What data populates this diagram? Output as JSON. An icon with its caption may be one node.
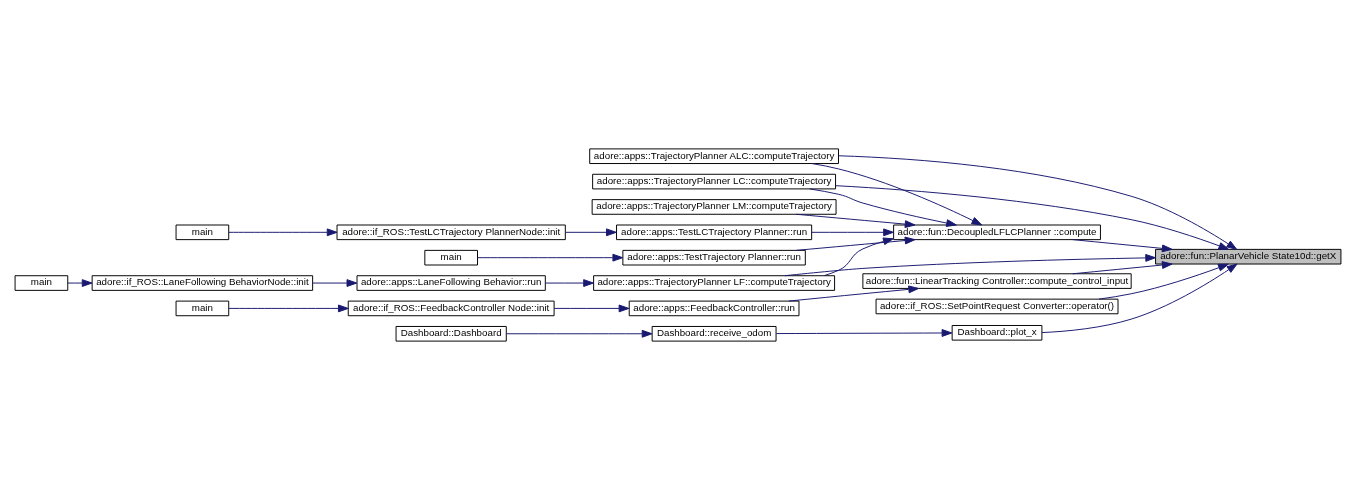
{
  "diagram": {
    "nodes": [
      {
        "text": [
          "adore::fun::PlanarVehicle State10d::getX"
        ]
      },
      {
        "text": [
          "adore::apps::TrajectoryPlanner ALC::computeTrajectory"
        ]
      },
      {
        "text": [
          "adore::apps::TrajectoryPlanner LC::computeTrajectory"
        ]
      },
      {
        "text": [
          "adore::apps::TrajectoryPlanner LM::computeTrajectory"
        ]
      },
      {
        "text": [
          "adore::fun::DecoupledLFLCPlanner ::compute"
        ]
      },
      {
        "text": [
          "adore::apps::TestLCTrajectory Planner::run"
        ]
      },
      {
        "text": [
          "adore::if_ROS::TestLCTrajectory PlannerNode::init"
        ]
      },
      {
        "text": [
          "main"
        ]
      },
      {
        "text": [
          "adore::apps::TestTrajectory Planner::run"
        ]
      },
      {
        "text": [
          "main"
        ]
      },
      {
        "text": [
          "adore::apps::TrajectoryPlanner LF::computeTrajectory"
        ]
      },
      {
        "text": [
          "adore::apps::LaneFollowing Behavior::run"
        ]
      },
      {
        "text": [
          "adore::if_ROS::LaneFollowing BehaviorNode::init"
        ]
      },
      {
        "text": [
          "main"
        ]
      },
      {
        "text": [
          "adore::fun::LinearTracking Controller::compute_control_input"
        ]
      },
      {
        "text": [
          "adore::apps::FeedbackController::run"
        ]
      },
      {
        "text": [
          "adore::if_ROS::FeedbackController Node::init"
        ]
      },
      {
        "text": [
          "main"
        ]
      },
      {
        "text": [
          "adore::if_ROS::SetPointRequest Converter::operator()"
        ]
      },
      {
        "text": [
          "Dashboard::plot_x"
        ]
      },
      {
        "text": [
          "Dashboard::receive_odom"
        ]
      },
      {
        "text": [
          "Dashboard::Dashboard"
        ]
      }
    ],
    "edges": [
      {
        "from": 1,
        "to": 0,
        "arrow": "to"
      },
      {
        "from": 2,
        "to": 0,
        "arrow": "to"
      },
      {
        "from": 4,
        "to": 0,
        "arrow": "to"
      },
      {
        "from": 10,
        "to": 0,
        "arrow": "to"
      },
      {
        "from": 14,
        "to": 0,
        "arrow": "to"
      },
      {
        "from": 18,
        "to": 0,
        "arrow": "to"
      },
      {
        "from": 19,
        "to": 0,
        "arrow": "to"
      },
      {
        "from": 1,
        "to": 4,
        "arrow": "to"
      },
      {
        "from": 2,
        "to": 4,
        "arrow": "to"
      },
      {
        "from": 3,
        "to": 4,
        "arrow": "to"
      },
      {
        "from": 5,
        "to": 4,
        "arrow": "to"
      },
      {
        "from": 8,
        "to": 4,
        "arrow": "to"
      },
      {
        "from": 10,
        "to": 4,
        "arrow": "to"
      },
      {
        "from": 6,
        "to": 5,
        "arrow": "to"
      },
      {
        "from": 7,
        "to": 6,
        "arrow": "to"
      },
      {
        "from": 9,
        "to": 8,
        "arrow": "to"
      },
      {
        "from": 11,
        "to": 10,
        "arrow": "to"
      },
      {
        "from": 12,
        "to": 11,
        "arrow": "to"
      },
      {
        "from": 13,
        "to": 12,
        "arrow": "to"
      },
      {
        "from": 15,
        "to": 14,
        "arrow": "to"
      },
      {
        "from": 16,
        "to": 15,
        "arrow": "to"
      },
      {
        "from": 17,
        "to": 16,
        "arrow": "to"
      },
      {
        "from": 20,
        "to": 19,
        "arrow": "to"
      },
      {
        "from": 21,
        "to": 20,
        "arrow": "to"
      }
    ]
  }
}
